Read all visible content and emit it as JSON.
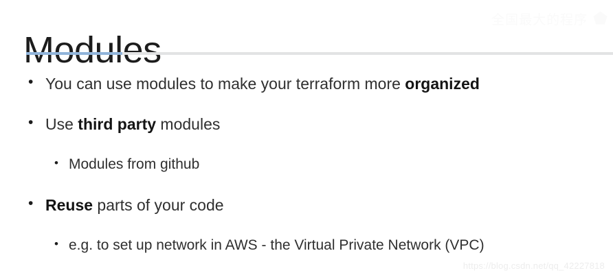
{
  "slide": {
    "title": "Modules",
    "rule": {
      "accent_color": "#90b4da",
      "track_color": "#e2e3e4"
    },
    "bullets": [
      {
        "level": 1,
        "marker": "•",
        "segments": [
          {
            "text": "You can use modules to make your terraform more ",
            "bold": false
          },
          {
            "text": "organized",
            "bold": true
          }
        ]
      },
      {
        "level": 1,
        "marker": "•",
        "segments": [
          {
            "text": "Use ",
            "bold": false
          },
          {
            "text": "third party",
            "bold": true
          },
          {
            "text": " modules",
            "bold": false
          }
        ]
      },
      {
        "level": 2,
        "marker": "•",
        "segments": [
          {
            "text": "Modules from github",
            "bold": false
          }
        ]
      },
      {
        "level": 1,
        "marker": "•",
        "segments": [
          {
            "text": "Reuse",
            "bold": true
          },
          {
            "text": " parts of your code",
            "bold": false
          }
        ]
      },
      {
        "level": 2,
        "marker": "•",
        "segments": [
          {
            "text": "e.g. to set up network in AWS - the Virtual Private Network (VPC)",
            "bold": false
          }
        ]
      }
    ]
  },
  "watermarks": {
    "url": "https://blog.csdn.net/qq_42227818",
    "brand_text": "全国最大的程序",
    "brand_logo": "⬟"
  },
  "colors": {
    "background": "#ffffff",
    "title_text": "#1c1c1c",
    "body_text": "#2f2f2f",
    "bold_text": "#141414",
    "accent_blue": "#90b4da",
    "rule_gray": "#e2e3e4",
    "watermark_gray": "#ededed"
  }
}
